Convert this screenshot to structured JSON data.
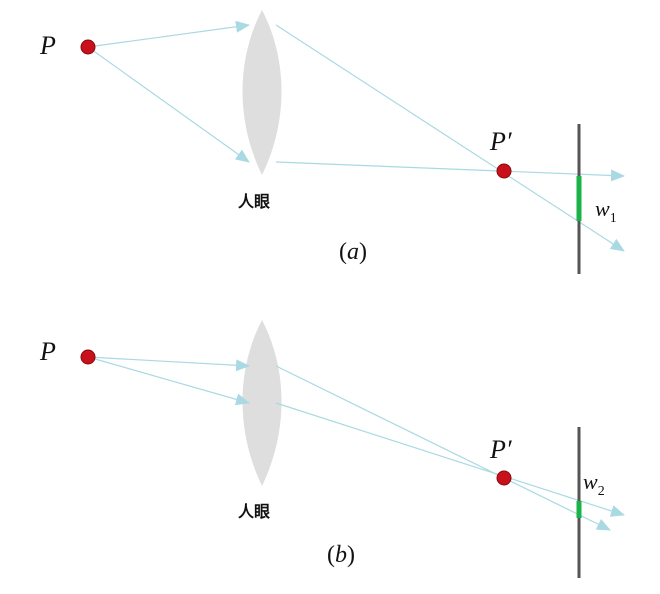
{
  "colors": {
    "ray": "#a9d9e3",
    "lens": "#dedede",
    "point": "#c8111a",
    "screen": "#555555",
    "spot": "#19b34a"
  },
  "panel_a": {
    "object_label": "P",
    "image_label": "P′",
    "lens_label": "人眼",
    "width_label": "w",
    "width_subscript": "1",
    "caption_open": "(",
    "caption_var": "a",
    "caption_close": ")"
  },
  "panel_b": {
    "object_label": "P",
    "image_label": "P′",
    "lens_label": "人眼",
    "width_label": "w",
    "width_subscript": "2",
    "caption_open": "(",
    "caption_var": "b",
    "caption_close": ")"
  }
}
